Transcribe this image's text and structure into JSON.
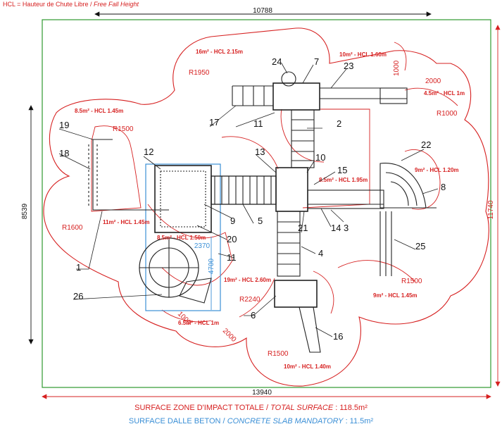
{
  "legend": {
    "hcl_prefix": "HCL = Hauteur de Chute Libre",
    "hcl_en": "Free Fall Height"
  },
  "dimensions": {
    "top": "10788",
    "left": "8539",
    "bottom": "13940",
    "right": "11740"
  },
  "zones": [
    {
      "id": "z1",
      "label": "16m² - HCL 2.15m"
    },
    {
      "id": "z2",
      "label": "10m² - HCL 1.60m"
    },
    {
      "id": "z3",
      "label": "8.5m² - HCL 1.45m"
    },
    {
      "id": "z4",
      "label": "4.5m² - HCL 1m"
    },
    {
      "id": "z5",
      "label": "9m² - HCL 1.20m"
    },
    {
      "id": "z6",
      "label": "8.5m² - HCL 1.95m"
    },
    {
      "id": "z7",
      "label": "11m² - HCL 1.45m"
    },
    {
      "id": "z8",
      "label": "8.5m² - HCL 1.50m"
    },
    {
      "id": "z9",
      "label": "19m² - HCL 2.60m"
    },
    {
      "id": "z10",
      "label": "9m² - HCL 1.45m"
    },
    {
      "id": "z11",
      "label": "6.5m² - HCL 1m"
    },
    {
      "id": "z12",
      "label": "10m² - HCL 1.40m"
    }
  ],
  "radii": [
    "R1950",
    "R1500",
    "R1600",
    "R1000",
    "R2240",
    "R1500",
    "R1500"
  ],
  "small_dims": [
    "1000",
    "2000",
    "2370",
    "4700",
    "1000",
    "2000"
  ],
  "callouts": [
    "1",
    "2",
    "3",
    "4",
    "5",
    "6",
    "7",
    "8",
    "9",
    "10",
    "11",
    "11",
    "12",
    "13",
    "14",
    "15",
    "16",
    "17",
    "18",
    "19",
    "20",
    "21",
    "22",
    "23",
    "24",
    "25",
    "26"
  ],
  "surface": {
    "total_fr": "SURFACE ZONE D'IMPACT TOTALE / ",
    "total_en": "TOTAL SURFACE",
    "total_value": " : 118.5m²",
    "slab_fr": "SURFACE DALLE BETON / ",
    "slab_en": "CONCRETE SLAB MANDATORY",
    "slab_value": " : 11.5m²"
  },
  "colors": {
    "zone_line": "#d62020",
    "boundary": "#2e9a2e",
    "slab": "#3b8fd6",
    "structure": "#222222"
  }
}
